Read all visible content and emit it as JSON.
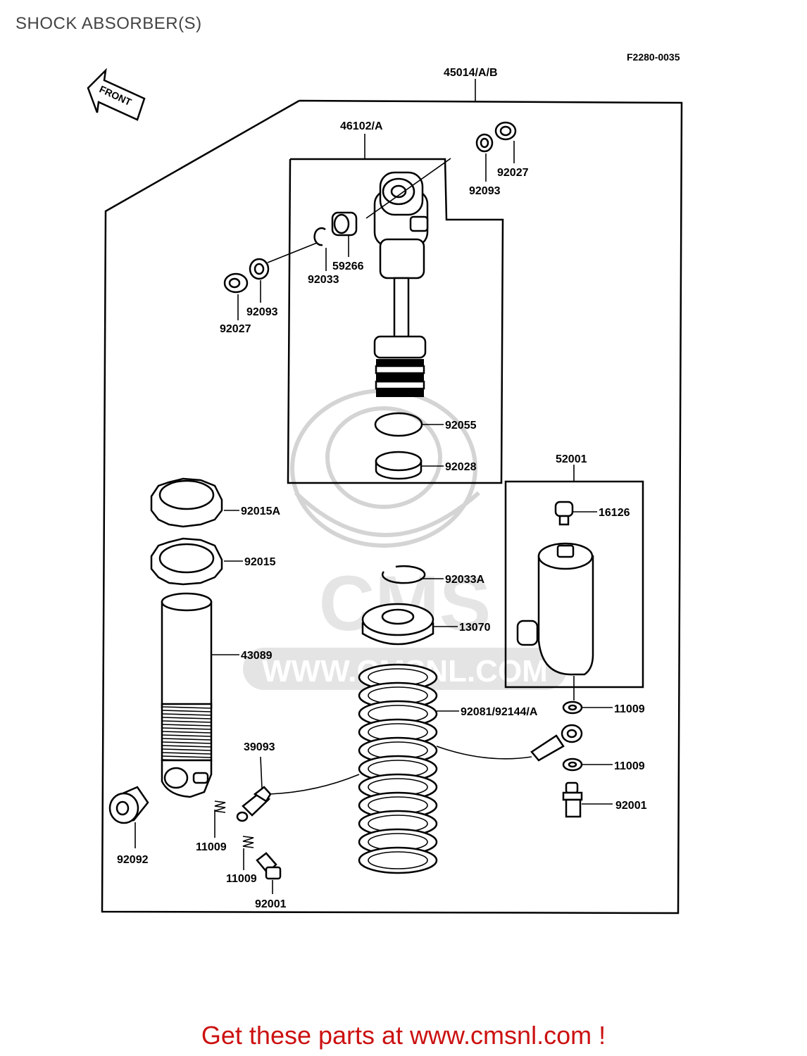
{
  "page": {
    "title": "SHOCK ABSORBER(S)",
    "footer": "Get these parts at www.cmsnl.com !",
    "drawing_code": "F2280-0035",
    "front_label": "FRONT"
  },
  "watermark": {
    "brand": "CMS",
    "url": "WWW.CMSNL.COM"
  },
  "parts": {
    "assy": "45014/A/B",
    "upper_assy": "46102/A",
    "reservoir_assy": "52001",
    "p92027_top": "92027",
    "p92093_top": "92093",
    "p59266": "59266",
    "p92033": "92033",
    "p92093_left": "92093",
    "p92027_left": "92027",
    "p92055": "92055",
    "p92028": "92028",
    "p92015A": "92015A",
    "p92015": "92015",
    "p43089": "43089",
    "p92092": "92092",
    "p39093": "39093",
    "p11009_a": "11009",
    "p11009_b": "11009",
    "p92001_left": "92001",
    "p92033A": "92033A",
    "p13070": "13070",
    "p92081": "92081/92144/A",
    "p16126": "16126",
    "p11009_c": "11009",
    "p11009_d": "11009",
    "p92001_right": "92001"
  },
  "colors": {
    "footer": "#cc1111",
    "title": "#444444",
    "line": "#000000",
    "watermark": "#d4d4d4"
  }
}
